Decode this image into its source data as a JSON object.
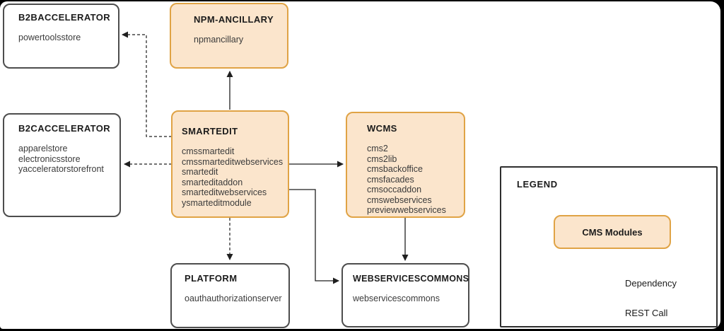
{
  "diagram": {
    "boxes": [
      {
        "id": "b2baccelerator",
        "type": "plain",
        "title": "B2BACCELERATOR",
        "items": [
          "powertoolsstore"
        ]
      },
      {
        "id": "npm-ancillary",
        "type": "cms",
        "title": "NPM-ANCILLARY",
        "items": [
          "npmancillary"
        ]
      },
      {
        "id": "b2caccelerator",
        "type": "plain",
        "title": "B2CACCELERATOR",
        "items": [
          "apparelstore",
          "electronicsstore",
          "yacceleratorstorefront"
        ]
      },
      {
        "id": "smartedit",
        "type": "cms",
        "title": "SMARTEDIT",
        "items": [
          "cmssmartedit",
          "cmssmarteditwebservices",
          "smartedit",
          "smarteditaddon",
          "smarteditwebservices",
          "ysmarteditmodule"
        ]
      },
      {
        "id": "wcms",
        "type": "cms",
        "title": "WCMS",
        "items": [
          "cms2",
          "cms2lib",
          "cmsbackoffice",
          "cmsfacades",
          "cmsoccaddon",
          "cmswebservices",
          "previewwebservices"
        ]
      },
      {
        "id": "platform",
        "type": "plain",
        "title": "PLATFORM",
        "items": [
          "oauthauthorizationserver"
        ]
      },
      {
        "id": "webservicescommons",
        "type": "plain",
        "title": "WEBSERVICESCOMMONS",
        "items": [
          "webservicescommons"
        ]
      }
    ],
    "connections": [
      {
        "from": "smartedit",
        "to": "npm-ancillary",
        "kind": "dependency"
      },
      {
        "from": "smartedit",
        "to": "wcms",
        "kind": "dependency"
      },
      {
        "from": "smartedit",
        "to": "webservicescommons",
        "kind": "dependency"
      },
      {
        "from": "wcms",
        "to": "webservicescommons",
        "kind": "dependency"
      },
      {
        "from": "smartedit",
        "to": "b2baccelerator",
        "kind": "rest-call"
      },
      {
        "from": "smartedit",
        "to": "b2caccelerator",
        "kind": "rest-call"
      },
      {
        "from": "smartedit",
        "to": "platform",
        "kind": "rest-call"
      }
    ],
    "legend": {
      "title": "LEGEND",
      "cms_box_label": "CMS Modules",
      "dependency_label": "Dependency",
      "rest_call_label": "REST Call"
    },
    "colors": {
      "cms_fill": "#FBE5CC",
      "cms_border": "#E0A345",
      "plain_border": "#4D4D4D",
      "line": "#1F1F1F"
    }
  }
}
